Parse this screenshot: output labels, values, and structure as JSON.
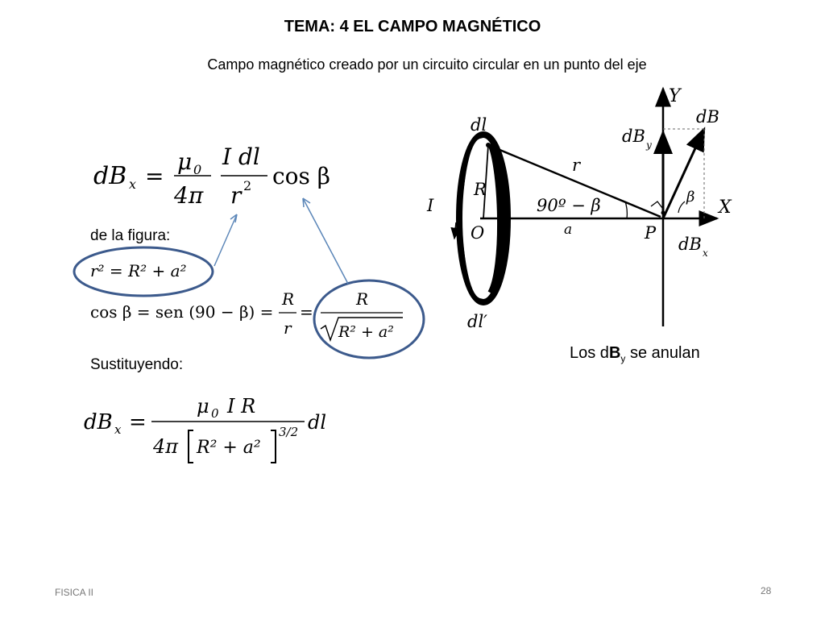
{
  "slide": {
    "title": "TEMA: 4 EL CAMPO MAGNÉTICO",
    "subtitle": "Campo magnético creado por un circuito circular en un punto del eje",
    "from_figure_label": "de la figura:",
    "substituting_label": "Sustituyendo:",
    "caption": {
      "prefix": "Los d",
      "bold": "B",
      "sub": "y",
      "suffix": " se anulan"
    },
    "footer_left": "FISICA II",
    "page_number": "28"
  },
  "equations": {
    "dbx_lhs": "dB",
    "x_sub": "x",
    "equals": "=",
    "mu": "μ",
    "zero": "0",
    "four_pi": "4π",
    "i_dl": "I dl",
    "r2_den": "r",
    "two": "2",
    "cos_beta": "cos β",
    "r2_eq": "r² = R² + a²",
    "cos_line_left": "cos β = sen (90 − β) =",
    "frac_R": "R",
    "frac_r": "r",
    "sqrt_content": "R² + a²",
    "final_num": "I R",
    "final_den": "4π",
    "final_bracket": "R² + a²",
    "exp": "3/2",
    "dl": "dl"
  },
  "figure": {
    "labels": {
      "Y": "Y",
      "X": "X",
      "dB": "dB",
      "dBy": "dB",
      "y": "y",
      "dBx": "dB",
      "x": "x",
      "dl": "dl",
      "dl_prime": "dl′",
      "r": "r",
      "R": "R",
      "I": "I",
      "O": "O",
      "P": "P",
      "a": "a",
      "angle": "90º − β",
      "beta": "β"
    }
  },
  "colors": {
    "circle": "#3c5a8c",
    "arrow": "#5b86b8"
  }
}
